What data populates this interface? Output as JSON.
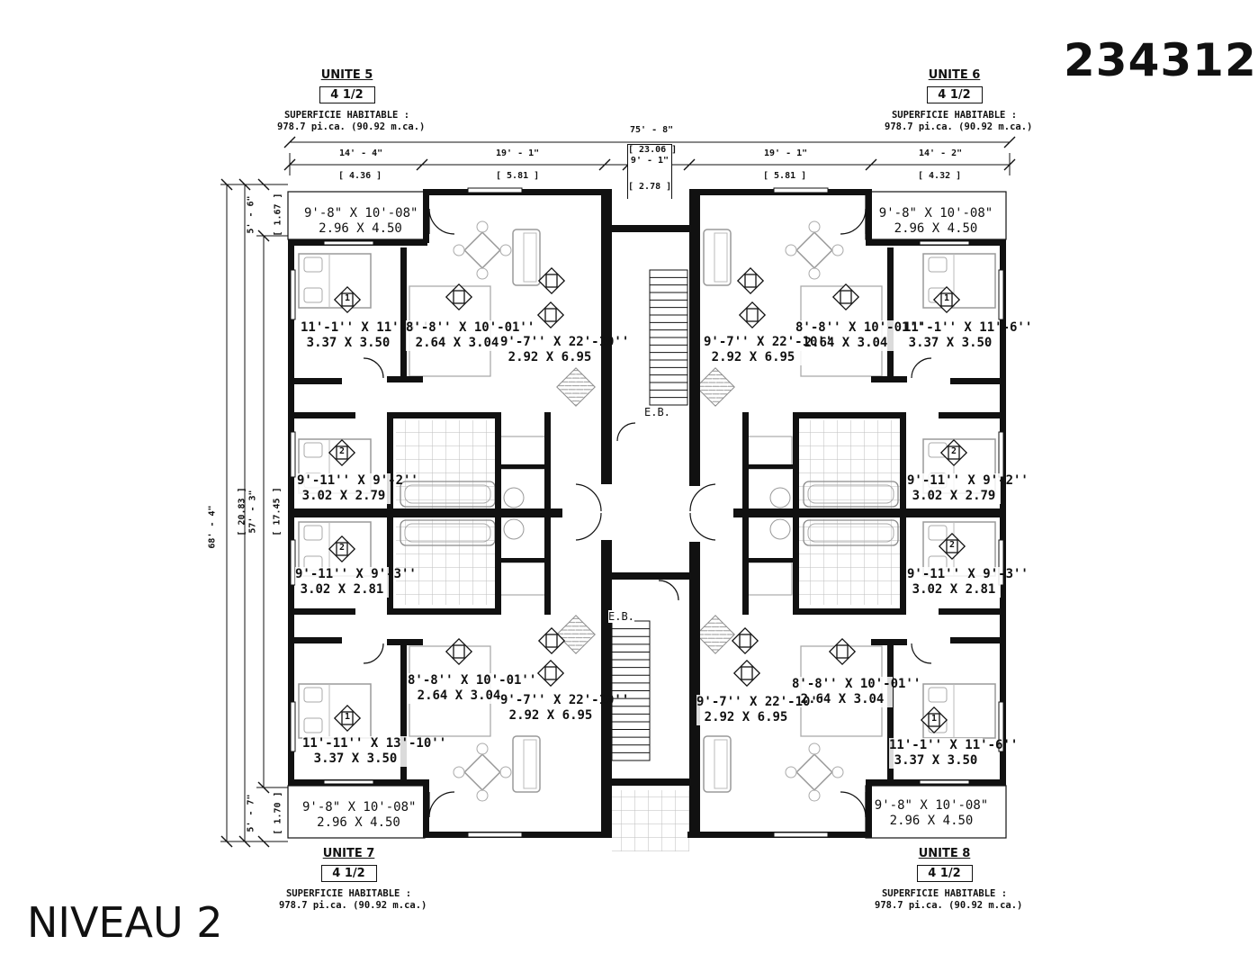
{
  "reference_number": "234312",
  "level_label": "NIVEAU 2",
  "units": [
    {
      "name": "UNITE 5",
      "type": "4 1/2",
      "area_label": "SUPERFICIE HABITABLE :",
      "area_value": "978.7 pi.ca. (90.92 m.ca.)"
    },
    {
      "name": "UNITE 6",
      "type": "4 1/2",
      "area_label": "SUPERFICIE HABITABLE :",
      "area_value": "978.7 pi.ca. (90.92 m.ca.)"
    },
    {
      "name": "UNITE 7",
      "type": "4 1/2",
      "area_label": "SUPERFICIE HABITABLE :",
      "area_value": "978.7 pi.ca. (90.92 m.ca.)"
    },
    {
      "name": "UNITE 8",
      "type": "4 1/2",
      "area_label": "SUPERFICIE HABITABLE :",
      "area_value": "978.7 pi.ca. (90.92 m.ca.)"
    }
  ],
  "dimensions": {
    "overall_width": "75' - 8\"",
    "overall_width_metric": "[ 23.06 ]",
    "segments_imperial": [
      "14' - 4\"",
      "19' - 1\"",
      "9' - 1\"",
      "19' - 1\"",
      "14' - 2\""
    ],
    "segments_metric": [
      "[ 4.36 ]",
      "[ 5.81 ]",
      "[ 2.78 ]",
      "[ 5.81 ]",
      "[ 4.32 ]"
    ],
    "overall_depth": "68' - 4\"",
    "overall_depth_metric": "[ 20.83 ]",
    "core_depth": "57' - 3\"",
    "core_depth_metric": "[ 17.45 ]",
    "balcony_top": "5' - 6\"",
    "balcony_top_metric": "[ 1.67 ]",
    "balcony_bottom": "5' - 7\"",
    "balcony_bottom_metric": "[ 1.70 ]"
  },
  "rooms": {
    "balcony_tl": [
      "9'-8\" X 10'-08\"",
      "2.96 X 4.50"
    ],
    "balcony_tr": [
      "9'-8\" X 10'-08\"",
      "2.96 X 4.50"
    ],
    "balcony_bl": [
      "9'-8\" X 10'-08\"",
      "2.96 X 4.50"
    ],
    "balcony_br": [
      "9'-8\" X 10'-08\"",
      "2.96 X 4.50"
    ],
    "bed1_u5": [
      "11'-1'' X 11'-6''",
      "3.37 X 3.50"
    ],
    "kitchen_u5": [
      "8'-8'' X 10'-01''",
      "2.64 X 3.04"
    ],
    "living_u5": [
      "9'-7'' X 22'-10''",
      "2.92 X 6.95"
    ],
    "bed2_u5": [
      "9'-11'' X 9'-2''",
      "3.02 X 2.79"
    ],
    "bed1_u6": [
      "11'-1'' X 11'-6''",
      "3.37 X 3.50"
    ],
    "kitchen_u6": [
      "8'-8'' X 10'-01''",
      "2.64 X 3.04"
    ],
    "living_u6": [
      "9'-7'' X 22'-10''",
      "2.92 X 6.95"
    ],
    "bed2_u6": [
      "9'-11'' X 9'-2''",
      "3.02 X 2.79"
    ],
    "bed2_u7": [
      "9'-11'' X 9'-3''",
      "3.02 X 2.81"
    ],
    "kitchen_u7": [
      "8'-8'' X 10'-01''",
      "2.64 X 3.04"
    ],
    "living_u7": [
      "9'-7'' X 22'-10''",
      "2.92 X 6.95"
    ],
    "bed1_u7": [
      "11'-11'' X 13'-10''",
      "3.37 X 3.50"
    ],
    "bed2_u8": [
      "9'-11'' X 9'-3''",
      "3.02 X 2.81"
    ],
    "kitchen_u8": [
      "8'-8'' X 10'-01''",
      "2.64 X 3.04"
    ],
    "living_u8": [
      "9'-7'' X 22'-10''",
      "2.92 X 6.95"
    ],
    "bed1_u8": [
      "11'-1'' X 11'-6''",
      "3.37 X 3.50"
    ]
  },
  "room_tags": {
    "bedroom_1": "1",
    "bedroom_2": "2"
  },
  "electrical_box_label": "E.B.",
  "icons": [
    "bedroom-tag-icon",
    "dining-icon",
    "kitchen-icon",
    "sofa-icon",
    "stair-icon"
  ]
}
